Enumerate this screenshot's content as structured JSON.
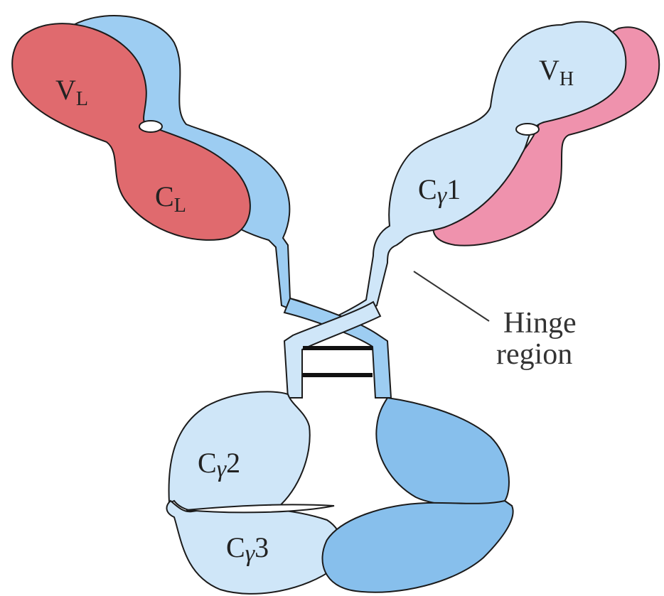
{
  "colors": {
    "light_chain_left": "#e06a6e",
    "light_chain_right": "#ef92ad",
    "heavy_light": "#cfe6f8",
    "heavy_mid": "#9dcdf2",
    "heavy_dark": "#87bfec",
    "outline": "#1b1b1b",
    "disulfide": "#111111"
  },
  "labels": {
    "vl": {
      "main": "V",
      "sub": "L"
    },
    "cl": {
      "main": "C",
      "sub": "L"
    },
    "vh": {
      "main": "V",
      "sub": "H"
    },
    "cg1": {
      "main": "C",
      "greek": "γ",
      "num": "1"
    },
    "cg2": {
      "main": "C",
      "greek": "γ",
      "num": "2"
    },
    "cg3": {
      "main": "C",
      "greek": "γ",
      "num": "3"
    }
  },
  "annotation": {
    "hinge_line1": "Hinge",
    "hinge_line2": "region"
  },
  "icons": {
    "disulfide_bonds": 2
  }
}
